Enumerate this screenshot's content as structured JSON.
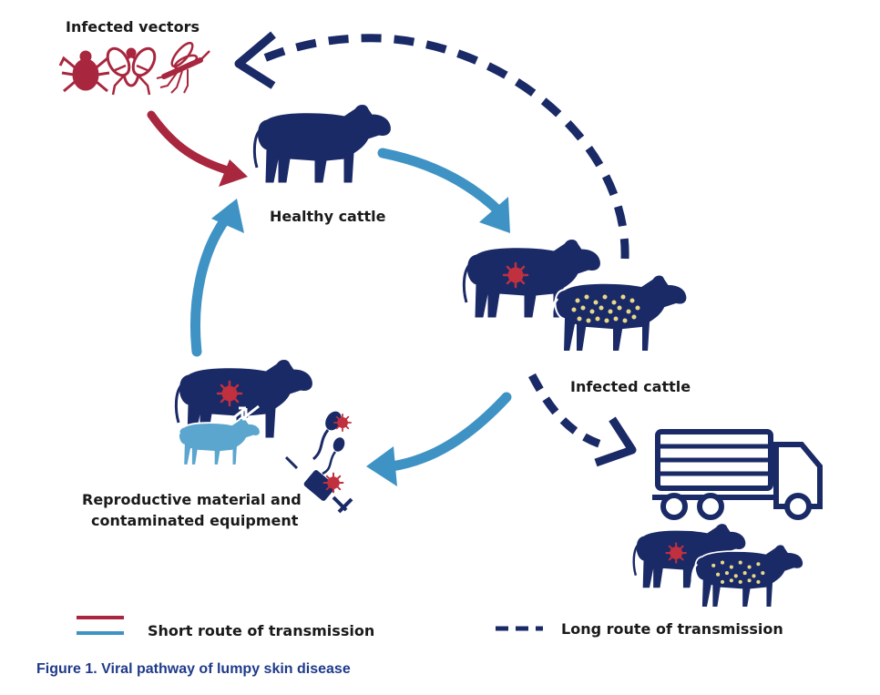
{
  "nodes": {
    "vectors": {
      "label": "Infected vectors",
      "icons": [
        "tick-icon",
        "fly-icon",
        "mosquito-icon"
      ]
    },
    "healthy": {
      "label": "Healthy cattle",
      "icons": [
        "cow-icon"
      ]
    },
    "infected": {
      "label": "Infected cattle",
      "icons": [
        "cow-virus-icon",
        "cow-lumps-icon"
      ]
    },
    "reproductive": {
      "line1": "Reproductive material and",
      "line2": "contaminated equipment",
      "icons": [
        "cow-calf-icon",
        "sperm-icon",
        "syringe-icon"
      ]
    },
    "transport": {
      "icons": [
        "truck-icon",
        "cow-virus-icon",
        "cow-lumps-icon"
      ]
    }
  },
  "legend": {
    "short": {
      "label": "Short route of transmission",
      "colors": [
        "#a8273e",
        "#3f93c4"
      ]
    },
    "long": {
      "label": "Long route of transmission",
      "color": "#1a2a66"
    }
  },
  "caption": "Figure 1. Viral pathway of lumpy skin disease",
  "colors": {
    "navy": "#1a2a66",
    "light_blue": "#3f93c4",
    "red": "#a8273e",
    "calf_blue": "#5aa6cf",
    "lump_yellow": "#e8d98a"
  }
}
